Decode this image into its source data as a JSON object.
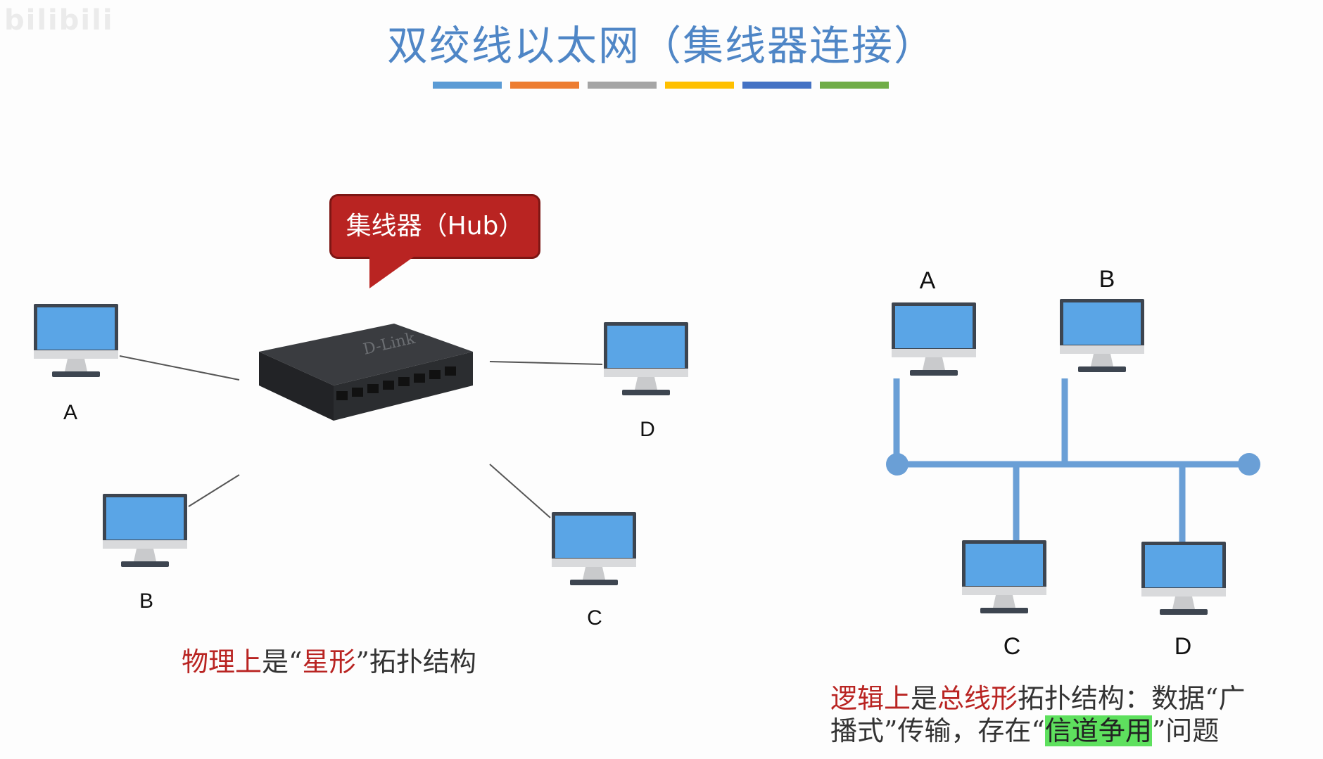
{
  "watermark": "bilibili",
  "title": "双绞线以太网（集线器连接）",
  "color_bar": [
    "#5b9bd5",
    "#ed7d31",
    "#a5a5a5",
    "#ffc000",
    "#4472c4",
    "#70ad47"
  ],
  "hub": {
    "callout": "集线器（Hub）",
    "brand": "D-Link"
  },
  "star": {
    "nodes": [
      "A",
      "B",
      "C",
      "D"
    ],
    "caption": {
      "part1": "物理上",
      "part2": "是“",
      "part3": "星形",
      "part4": "”拓扑结构"
    }
  },
  "bus": {
    "nodes": [
      "A",
      "B",
      "C",
      "D"
    ],
    "caption": {
      "line1_part1": "逻辑上",
      "line1_part2": "是",
      "line1_part3": "总线形",
      "line1_part4": "拓扑结构：数据“广",
      "line2_part1": "播式”传输，存在“",
      "line2_part2": "信道争用",
      "line2_part3": "”问题"
    }
  },
  "colors": {
    "monitor_screen": "#5aa5e6",
    "bus_line": "#6a9fd6",
    "callout": "#b92422"
  }
}
